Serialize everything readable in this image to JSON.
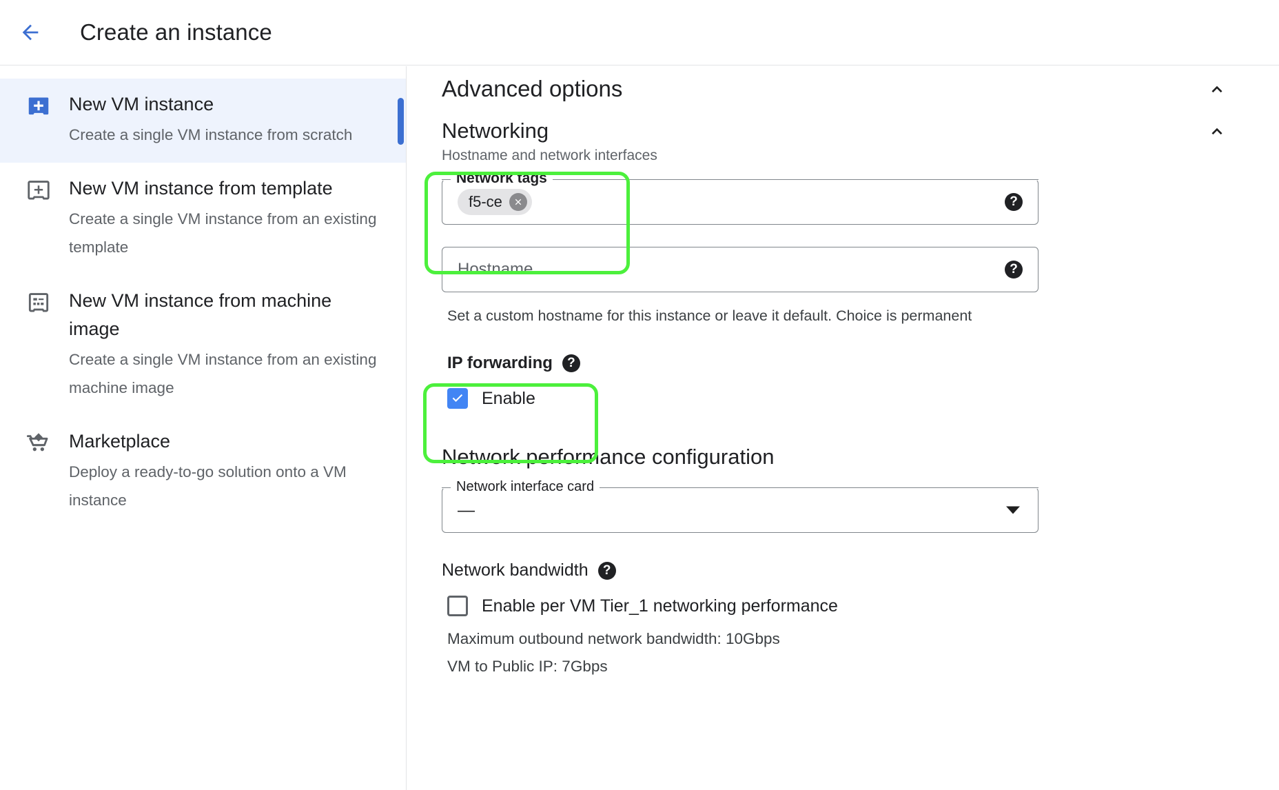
{
  "header": {
    "back_icon": "arrow-left-icon",
    "title": "Create an instance"
  },
  "sidebar": {
    "items": [
      {
        "icon": "vm-instance-add-icon",
        "title": "New VM instance",
        "desc": "Create a single VM instance from scratch",
        "selected": true
      },
      {
        "icon": "vm-template-add-icon",
        "title": "New VM instance from template",
        "desc": "Create a single VM instance from an existing template",
        "selected": false
      },
      {
        "icon": "machine-image-icon",
        "title": "New VM instance from machine image",
        "desc": "Create a single VM instance from an existing machine image",
        "selected": false
      },
      {
        "icon": "marketplace-cart-icon",
        "title": "Marketplace",
        "desc": "Deploy a ready-to-go solution onto a VM instance",
        "selected": false
      }
    ]
  },
  "main": {
    "advanced_options": {
      "title": "Advanced options",
      "collapse_icon": "chevron-up-icon"
    },
    "networking": {
      "title": "Networking",
      "collapse_icon": "chevron-up-icon",
      "subtitle": "Hostname and network interfaces",
      "network_tags": {
        "label": "Network tags",
        "chips": [
          {
            "text": "f5-ce",
            "remove_icon": "chip-remove-icon"
          }
        ],
        "help_icon": "help-icon"
      },
      "hostname": {
        "placeholder": "Hostname",
        "value": "",
        "help_icon": "help-icon",
        "helper_text": "Set a custom hostname for this instance or leave it default. Choice is permanent"
      },
      "ip_forwarding": {
        "label": "IP forwarding",
        "help_icon": "help-icon",
        "checkbox_label": "Enable",
        "checked": true
      },
      "network_performance": {
        "title": "Network performance configuration",
        "nic": {
          "label": "Network interface card",
          "value": "—",
          "caret_icon": "chevron-down-icon"
        },
        "bandwidth": {
          "label": "Network bandwidth",
          "help_icon": "help-icon",
          "checkbox_label": "Enable per VM Tier_1 networking performance",
          "checked": false,
          "lines": [
            "Maximum outbound network bandwidth: 10Gbps",
            "VM to Public IP: 7Gbps"
          ]
        }
      }
    }
  },
  "annotations": {
    "highlight_color": "#4cf03c",
    "boxes": [
      {
        "name": "network-tags-highlight"
      },
      {
        "name": "ip-forwarding-highlight"
      }
    ]
  },
  "colors": {
    "accent_blue": "#3c6fd1",
    "selected_row_bg": "#eef3fd",
    "checkbox_blue": "#4285f4",
    "back_arrow_blue": "#3c6fd1"
  }
}
